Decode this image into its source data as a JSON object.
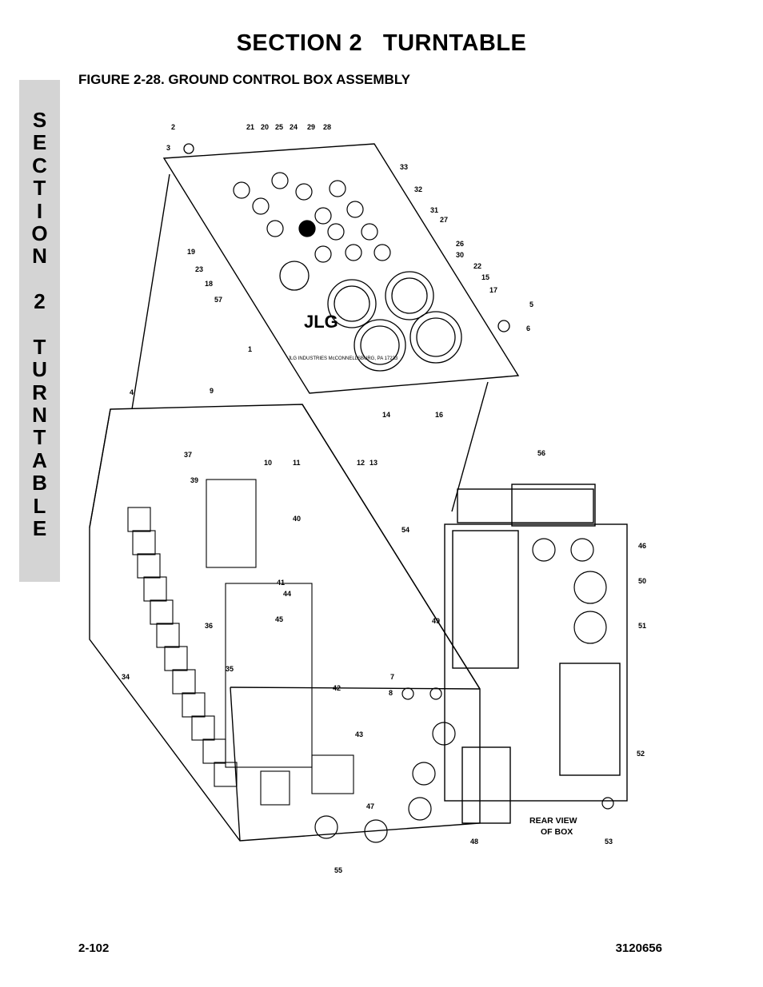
{
  "header": {
    "section_title": "SECTION 2   TURNTABLE",
    "figure_title": "FIGURE 2-28.  GROUND CONTROL BOX ASSEMBLY"
  },
  "side_tab": {
    "letters": [
      "S",
      "E",
      "C",
      "T",
      "I",
      "O",
      "N",
      "",
      "2",
      "",
      "T",
      "U",
      "R",
      "N",
      "T",
      "A",
      "B",
      "L",
      "E"
    ]
  },
  "figure": {
    "callouts": [
      "1",
      "2",
      "3",
      "4",
      "5",
      "6",
      "7",
      "8",
      "9",
      "10",
      "11",
      "12",
      "13",
      "14",
      "15",
      "16",
      "17",
      "18",
      "19",
      "20",
      "21",
      "22",
      "23",
      "24",
      "25",
      "26",
      "27",
      "28",
      "29",
      "30",
      "31",
      "32",
      "33",
      "34",
      "35",
      "36",
      "37",
      "39",
      "40",
      "41",
      "42",
      "43",
      "44",
      "45",
      "46",
      "47",
      "48",
      "49",
      "50",
      "51",
      "52",
      "53",
      "54",
      "55",
      "56",
      "57"
    ],
    "rear_view_label": [
      "REAR VIEW",
      "OF BOX"
    ],
    "logo_text": "JLG",
    "plate_text": "JLG INDUSTRIES McCONNELLSBURG, PA 17233"
  },
  "footer": {
    "page_number": "2-102",
    "doc_number": "3120656"
  }
}
